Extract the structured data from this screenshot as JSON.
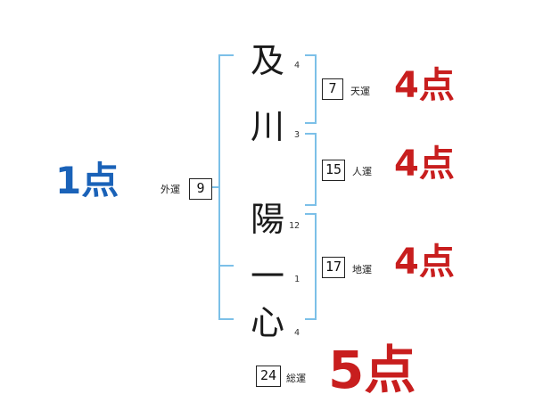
{
  "accent_colors": {
    "bracket": "#7cc0e8",
    "score_red": "#c81e1e",
    "score_blue": "#1a62b8"
  },
  "name": {
    "characters": [
      {
        "char": "及",
        "strokes": "4"
      },
      {
        "char": "川",
        "strokes": "3"
      },
      {
        "char": "陽",
        "strokes": "12"
      },
      {
        "char": "一",
        "strokes": "1"
      },
      {
        "char": "心",
        "strokes": "4"
      }
    ]
  },
  "fortunes": {
    "tenun": {
      "label": "天運",
      "value": "7",
      "score": "4点"
    },
    "jinun": {
      "label": "人運",
      "value": "15",
      "score": "4点"
    },
    "chiun": {
      "label": "地運",
      "value": "17",
      "score": "4点"
    },
    "gaiun": {
      "label": "外運",
      "value": "9",
      "score": "1点"
    },
    "souun": {
      "label": "総運",
      "value": "24",
      "score": "5点"
    }
  }
}
